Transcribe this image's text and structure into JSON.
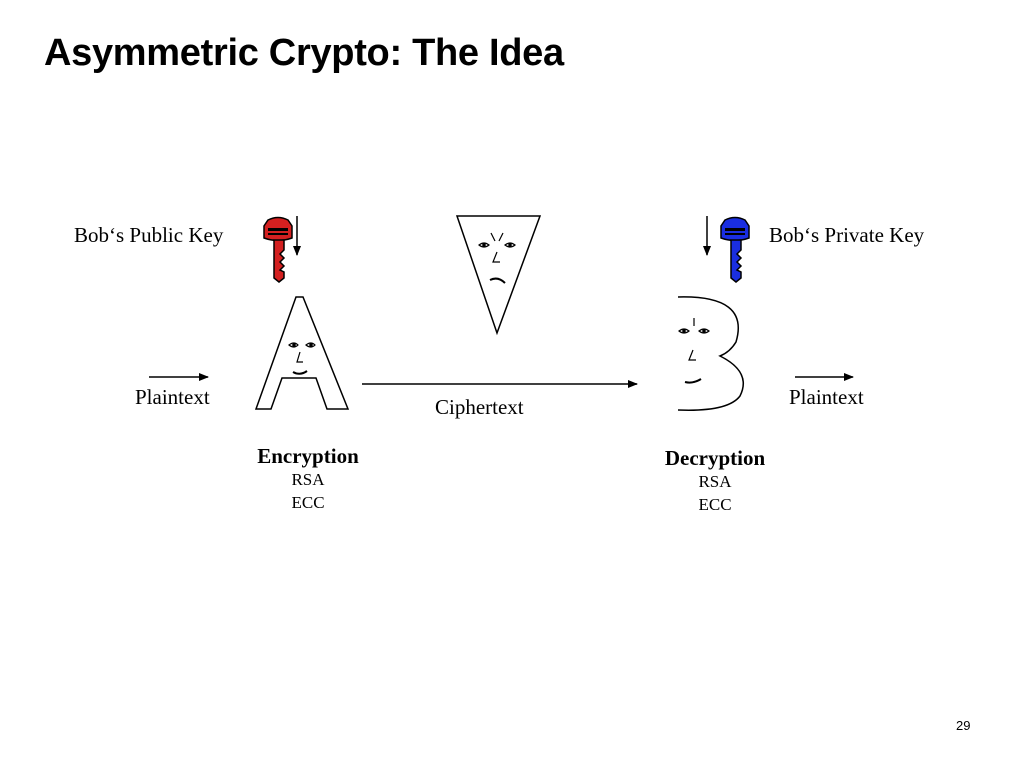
{
  "slide": {
    "title": "Asymmetric Crypto: The Idea",
    "page_number": "29"
  },
  "diagram": {
    "public_key_label": "Bob‘s Public Key",
    "private_key_label": "Bob‘s Private Key",
    "plaintext_in_label": "Plaintext",
    "ciphertext_label": "Ciphertext",
    "plaintext_out_label": "Plaintext",
    "encryption": {
      "title": "Encryption",
      "algorithms": [
        "RSA",
        "ECC"
      ]
    },
    "decryption": {
      "title": "Decryption",
      "algorithms": [
        "RSA",
        "ECC"
      ]
    }
  },
  "colors": {
    "public_key": "#d42020",
    "private_key": "#1a2ee0",
    "ink": "#000000"
  },
  "icons": [
    "red-key-icon",
    "blue-key-icon",
    "letter-a-face-icon",
    "letter-b-face-icon",
    "triangle-eavesdropper-face-icon"
  ]
}
